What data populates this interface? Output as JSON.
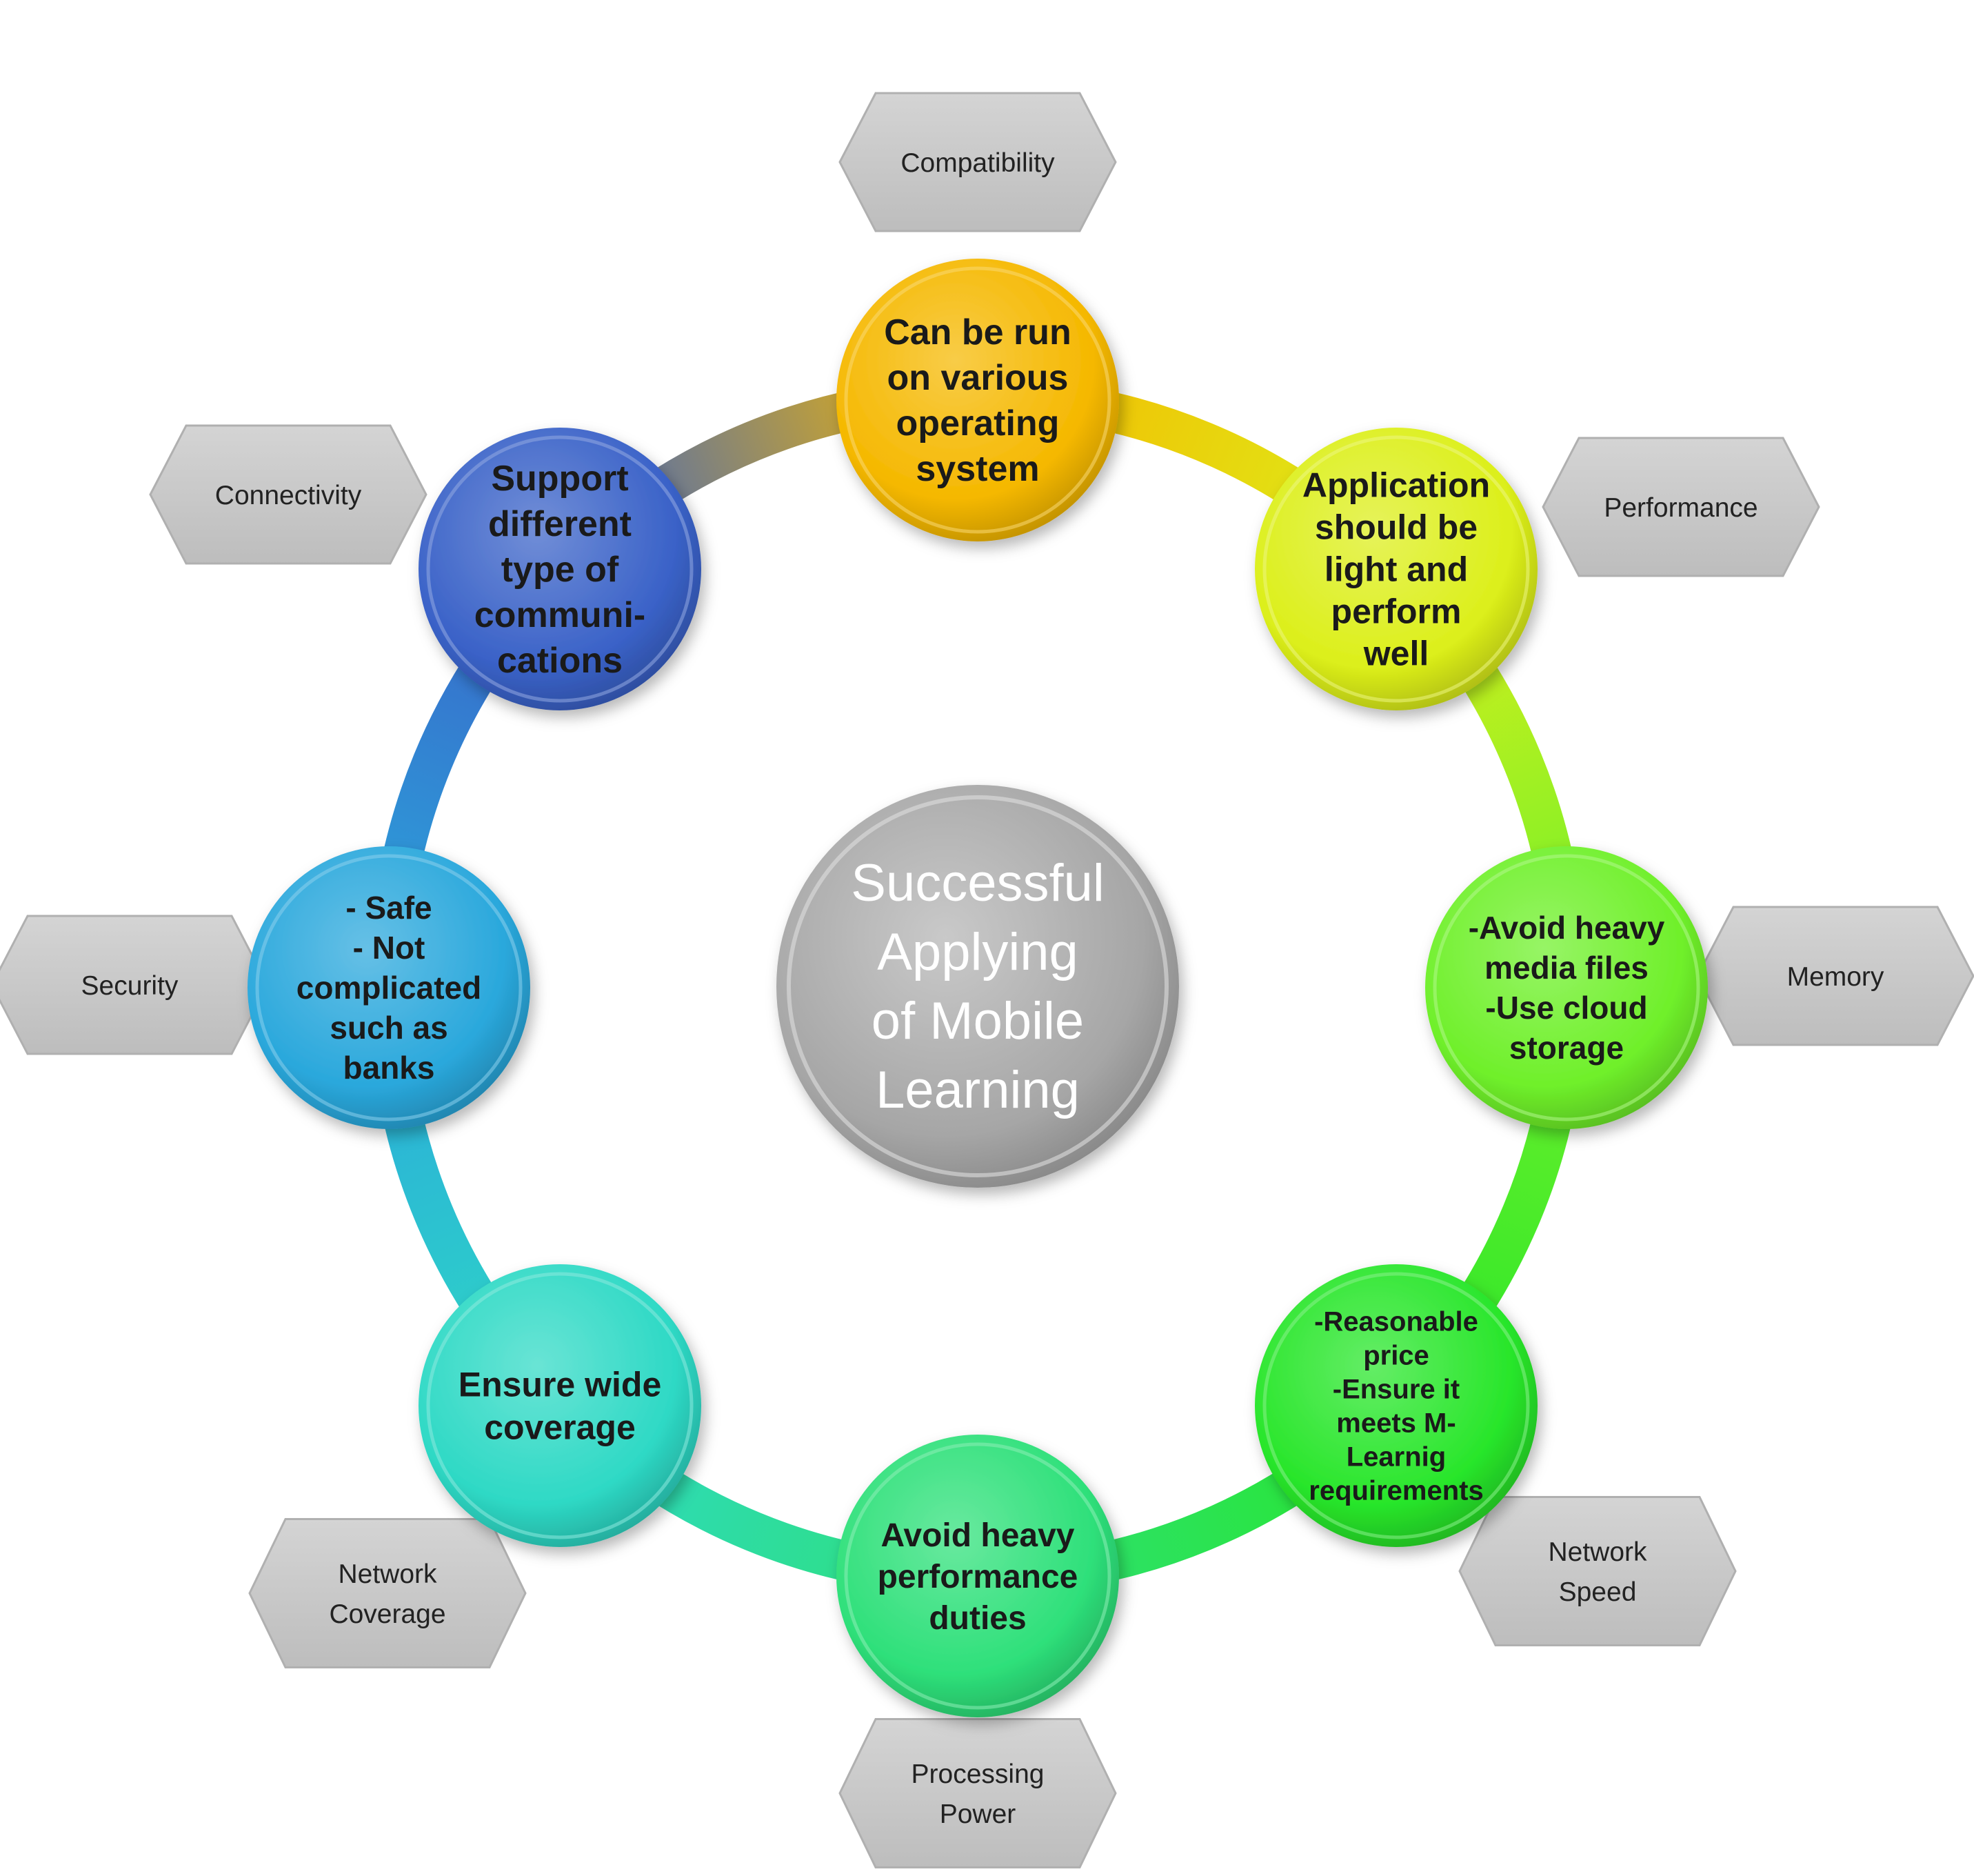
{
  "center": {
    "lines": [
      "Successful",
      "Applying",
      "of Mobile",
      "Learning"
    ]
  },
  "nodes": [
    {
      "id": "os",
      "lines": [
        "Can be run",
        "on various",
        "operating",
        "system"
      ],
      "color": "#f5b800",
      "hex": {
        "lines": [
          "Compatibility"
        ]
      }
    },
    {
      "id": "performance",
      "lines": [
        "Application",
        "should be",
        "light and",
        "perform",
        "well"
      ],
      "color": "#dcef1a",
      "hex": {
        "lines": [
          "Performance"
        ]
      }
    },
    {
      "id": "memory",
      "lines": [
        "-Avoid heavy",
        "media files",
        "-Use cloud",
        "storage"
      ],
      "color": "#6ff02a",
      "hex": {
        "lines": [
          "Memory"
        ]
      }
    },
    {
      "id": "price",
      "lines": [
        "-Reasonable",
        "price",
        "-Ensure it",
        "meets M-",
        "Learnig",
        "requirements"
      ],
      "color": "#28e62a",
      "hex": {
        "lines": [
          "Network",
          "Speed"
        ]
      }
    },
    {
      "id": "processing",
      "lines": [
        "Avoid heavy",
        "performance",
        "duties"
      ],
      "color": "#2ee07a",
      "hex": {
        "lines": [
          "Processing",
          "Power"
        ]
      }
    },
    {
      "id": "coverage",
      "lines": [
        "Ensure wide",
        "coverage"
      ],
      "color": "#2ed9c5",
      "hex": {
        "lines": [
          "Network",
          "Coverage"
        ]
      }
    },
    {
      "id": "security",
      "lines": [
        "- Safe",
        "- Not",
        "complicated",
        "such as",
        "banks"
      ],
      "color": "#2aa8dc",
      "hex": {
        "lines": [
          "Security"
        ]
      }
    },
    {
      "id": "connectivity",
      "lines": [
        "Support",
        "different",
        "type of",
        "communi-",
        "cations"
      ],
      "color": "#3a62c8",
      "hex": {
        "lines": [
          "Connectivity"
        ]
      }
    }
  ]
}
